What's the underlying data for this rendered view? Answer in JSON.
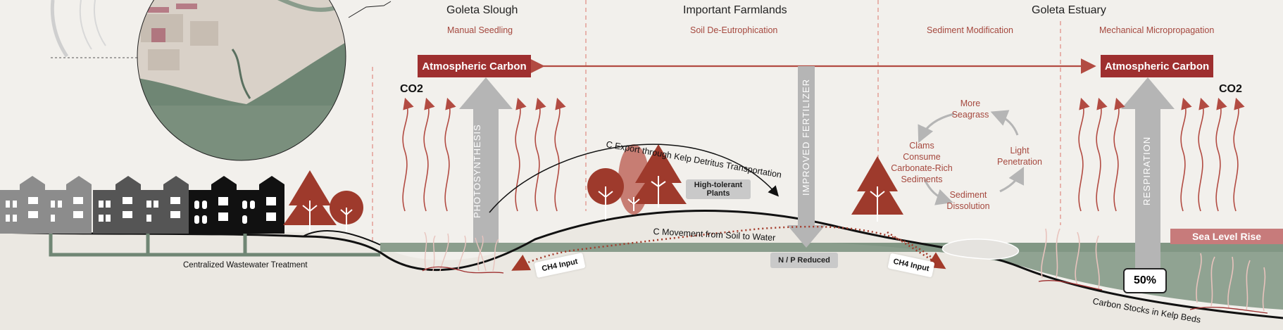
{
  "regions": {
    "slough": "Goleta Slough",
    "farmlands": "Important Farmlands",
    "estuary": "Goleta Estuary"
  },
  "strategies": {
    "manual_seedling": "Manual Seedling",
    "soil_deeutrophication": "Soil De-Eutrophication",
    "sediment_modification": "Sediment Modification",
    "mechanical_micropropagation": "Mechanical Micropropagation"
  },
  "carbon": {
    "left": "Atmospheric Carbon",
    "right": "Atmospheric Carbon",
    "co2_left": "CO2",
    "co2_right": "CO2"
  },
  "flows": {
    "photosynthesis": "PHOTOSYNTHESIS",
    "fertilizer": "IMPROVED FERTILIZER",
    "respiration": "RESPIRATION",
    "kelp_export": "C Export through Kelp Detritus Transportation",
    "soil_to_water": "C Movement from Soil to Water",
    "ch4_left": "CH4 Input",
    "ch4_right": "CH4 Input"
  },
  "labels": {
    "high_tolerant": "High-tolerant Plants",
    "np_reduced": "N / P Reduced",
    "wastewater": "Centralized Wastewater Treatment",
    "sea_level": "Sea Level Rise",
    "percent": "50%",
    "kelp_stocks": "Carbon Stocks in Kelp Beds"
  },
  "cycle": {
    "more_seagrass": "More Seagrass",
    "light_penetration": "Light Penetration",
    "sediment_dissolution": "Sediment Dissolution",
    "clams": "Clams Consume Carbonate-Rich Sediments"
  },
  "colors": {
    "accent_red": "#9e2f2f",
    "strategy_text": "#a5483e",
    "water_green": "#7f9583",
    "arrow_grey": "#b5b5b5",
    "sea_level_pink": "#c77b7b"
  }
}
